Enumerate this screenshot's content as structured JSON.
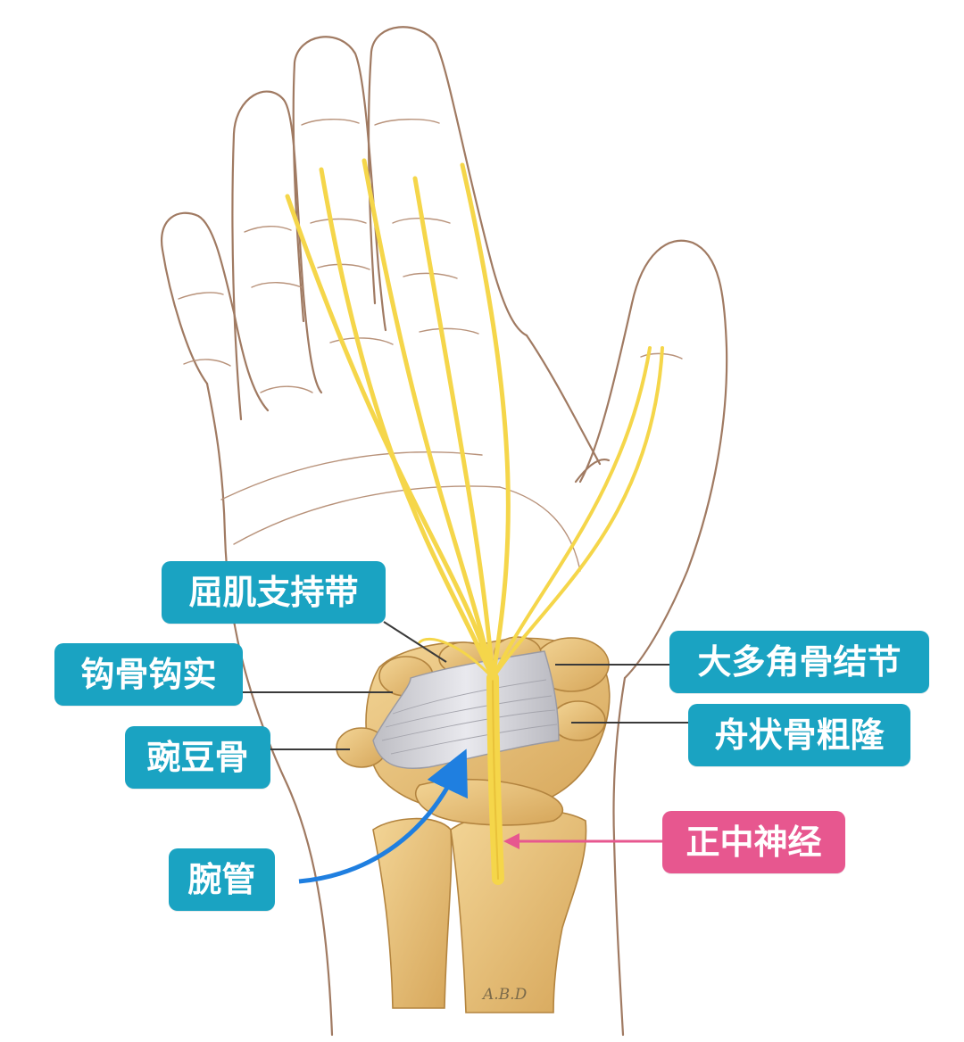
{
  "labels": {
    "flexor_retinaculum": "屈肌支持带",
    "hook_of_hamate": "钩骨钩实",
    "pisiform": "豌豆骨",
    "carpal_tunnel": "腕管",
    "trapezium_tubercle": "大多角骨结节",
    "scaphoid_tuberosity": "舟状骨粗隆",
    "median_nerve": "正中神经"
  },
  "signature": "A.B.D",
  "colors": {
    "label_teal": "#1aa3c2",
    "label_pink": "#e7578f",
    "nerve_yellow": "#f5d64a",
    "bone": "#e9c27a",
    "ligament": "#cfcfd4",
    "arrow_blue": "#1f7fe0",
    "skin_outline": "#a07a62"
  }
}
